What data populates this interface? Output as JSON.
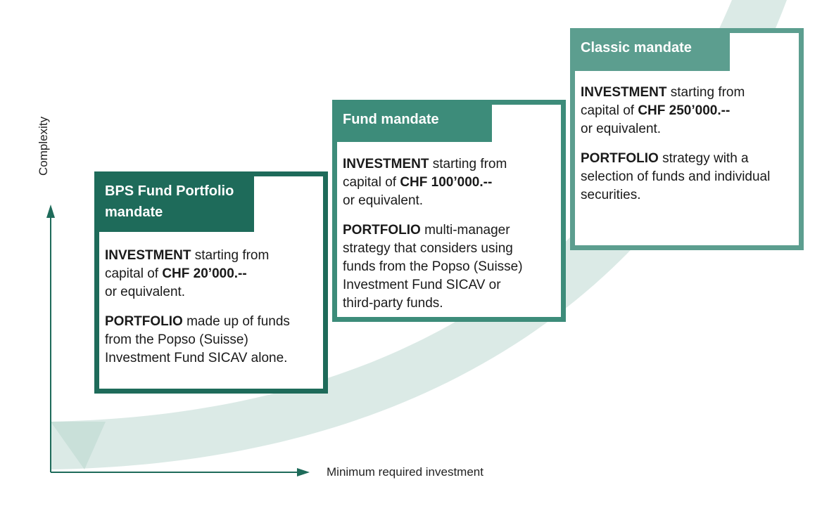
{
  "axes": {
    "y_label": "Complexity",
    "x_label": "Minimum required investment"
  },
  "colors": {
    "card1": "#1e6b5a",
    "card2": "#3d8c7a",
    "card3": "#5c9e8f",
    "ribbon": "#cfe3dd",
    "axis": "#1e6b5a"
  },
  "cards": [
    {
      "title_line1": "BPS Fund Portfolio",
      "title_line2": "mandate",
      "investment_kw": "INVESTMENT",
      "investment_text1": " starting from",
      "investment_text2_prefix": "capital of ",
      "investment_amount": "CHF 20’000.--",
      "investment_text3": "or equivalent.",
      "portfolio_kw": "PORTFOLIO",
      "portfolio_lines": [
        " made up of funds",
        "from the Popso (Suisse)",
        "Investment Fund SICAV alone."
      ]
    },
    {
      "title_line1": "Fund mandate",
      "investment_kw": "INVESTMENT",
      "investment_text1": " starting from",
      "investment_text2_prefix": "capital of ",
      "investment_amount": "CHF 100’000.--",
      "investment_text3": "or equivalent.",
      "portfolio_kw": "PORTFOLIO",
      "portfolio_lines": [
        " multi-manager",
        "strategy that considers using",
        "funds from the Popso (Suisse)",
        "Investment Fund SICAV or",
        "third-party funds."
      ]
    },
    {
      "title_line1": "Classic mandate",
      "investment_kw": "INVESTMENT",
      "investment_text1": " starting from",
      "investment_text2_prefix": "capital of ",
      "investment_amount": "CHF 250’000.--",
      "investment_text3": "or equivalent.",
      "portfolio_kw": "PORTFOLIO",
      "portfolio_lines": [
        " strategy with a",
        "selection of funds and individual",
        "securities."
      ]
    }
  ]
}
